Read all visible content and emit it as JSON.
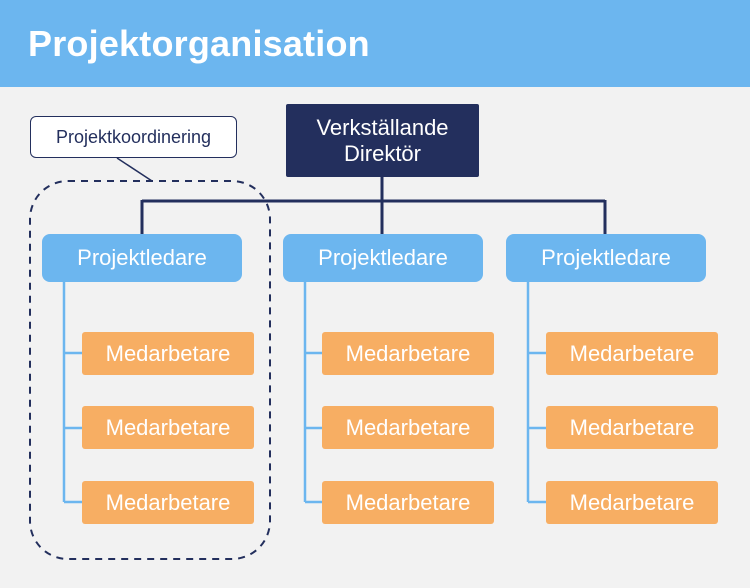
{
  "header": {
    "title": "Projektorganisation"
  },
  "ceo": {
    "label": "Verkställande\nDirektör"
  },
  "coordination": {
    "label": "Projektkoordinering"
  },
  "teams": [
    {
      "leader": "Projektledare",
      "members": [
        "Medarbetare",
        "Medarbetare",
        "Medarbetare"
      ]
    },
    {
      "leader": "Projektledare",
      "members": [
        "Medarbetare",
        "Medarbetare",
        "Medarbetare"
      ]
    },
    {
      "leader": "Projektledare",
      "members": [
        "Medarbetare",
        "Medarbetare",
        "Medarbetare"
      ]
    }
  ],
  "colors": {
    "header": "#6cb6ef",
    "ceo": "#232f5d",
    "leader": "#6cb6ef",
    "member": "#f7ae63",
    "background": "#f2f2f2"
  }
}
